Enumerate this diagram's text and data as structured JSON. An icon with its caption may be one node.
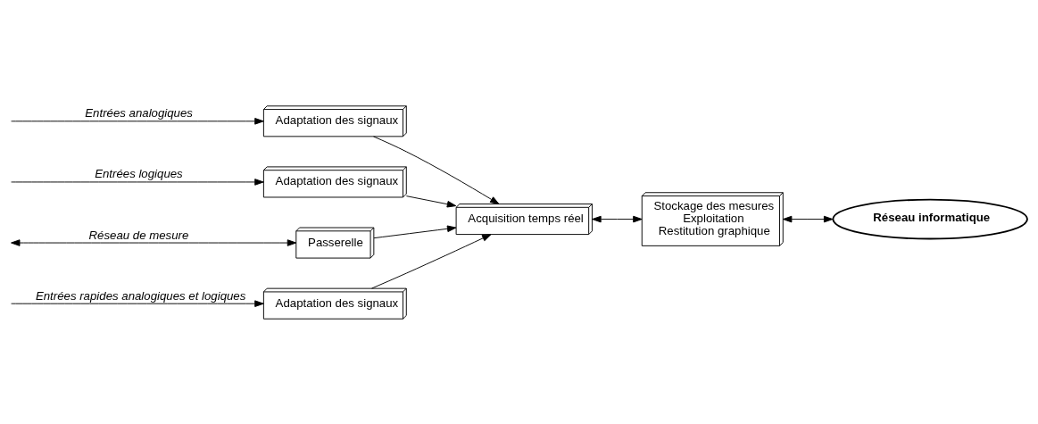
{
  "diagram": {
    "nodes": [
      {
        "text": [
          "Adaptation des signaux"
        ]
      },
      {
        "text": [
          "Adaptation des signaux"
        ]
      },
      {
        "text": [
          "Adaptation des signaux"
        ]
      },
      {
        "text": [
          "Acquisition temps réel"
        ]
      },
      {
        "text": [
          "Stockage des mesures",
          "Exploitation",
          "Restitution graphique"
        ]
      },
      {
        "text": [
          "Réseau informatique"
        ]
      },
      {
        "text": [
          "Passerelle"
        ]
      }
    ],
    "edges": [
      {
        "from": null,
        "to": 0,
        "arrow": "to",
        "label": "Entrées rapides analogiques et logiques"
      },
      {
        "from": null,
        "to": 1,
        "arrow": "to",
        "label": "Entrées analogiques"
      },
      {
        "from": null,
        "to": 2,
        "arrow": "to",
        "label": "Entrées logiques"
      },
      {
        "from": 0,
        "to": 3,
        "arrow": "to"
      },
      {
        "from": 1,
        "to": 3,
        "arrow": "to"
      },
      {
        "from": 2,
        "to": 3,
        "arrow": "to"
      },
      {
        "from": 3,
        "to": 4,
        "arrow": "both"
      },
      {
        "from": 4,
        "to": 5,
        "arrow": "both"
      },
      {
        "from": 6,
        "to": 3,
        "arrow": "to"
      },
      {
        "from": null,
        "to": 6,
        "arrow": "both",
        "label": "Réseau de mesure"
      }
    ]
  }
}
